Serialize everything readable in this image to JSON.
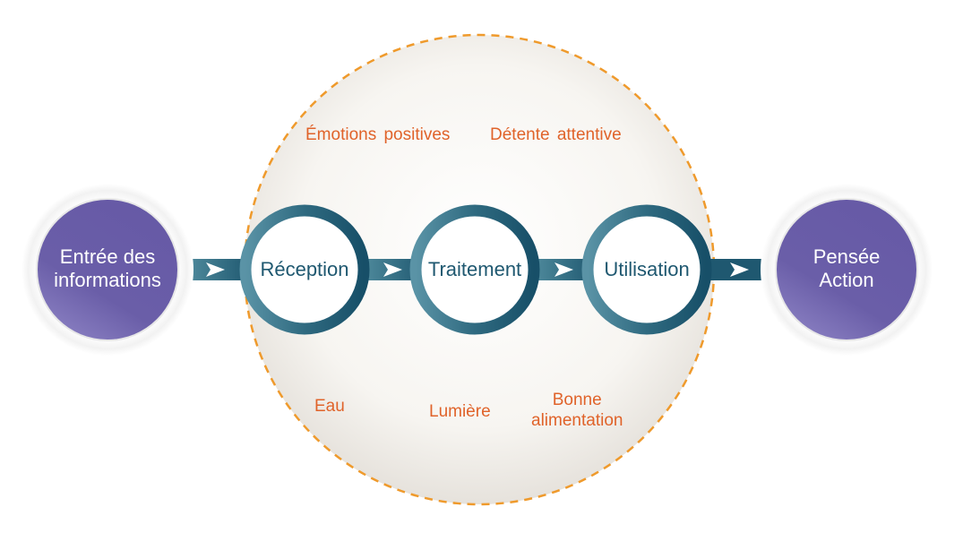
{
  "diagram": {
    "input": {
      "line1": "Entrée des",
      "line2": "informations"
    },
    "output": {
      "line1": "Pensée",
      "line2": "Action"
    },
    "stages": [
      {
        "label": "Réception"
      },
      {
        "label": "Traitement"
      },
      {
        "label": "Utilisation"
      }
    ],
    "factors_top": [
      {
        "label": "Émotions positives"
      },
      {
        "label": "Détente attentive"
      }
    ],
    "factors_bottom": [
      {
        "label": "Eau"
      },
      {
        "label": "Lumière"
      },
      {
        "label": "Bonne",
        "label2": "alimentation"
      }
    ],
    "colors": {
      "purple": "#6a5ea8",
      "teal": "#1f5870",
      "teal_light": "#4f8a9c",
      "orange": "#e0632a",
      "dash": "#ef9a2c"
    }
  }
}
